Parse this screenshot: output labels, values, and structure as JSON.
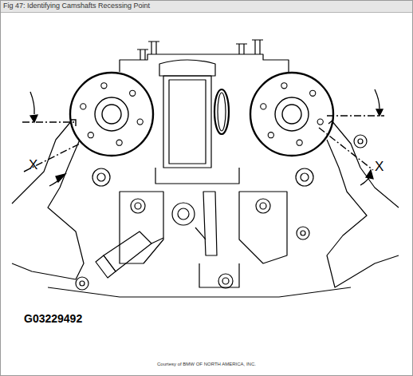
{
  "diagram": {
    "title": "Fig 47: Identifying Camshafts Recessing Point",
    "caption": "Courtesy of BMW OF NORTH AMERICA, INC.",
    "labels": [
      "X",
      "X",
      "G03229492"
    ]
  }
}
